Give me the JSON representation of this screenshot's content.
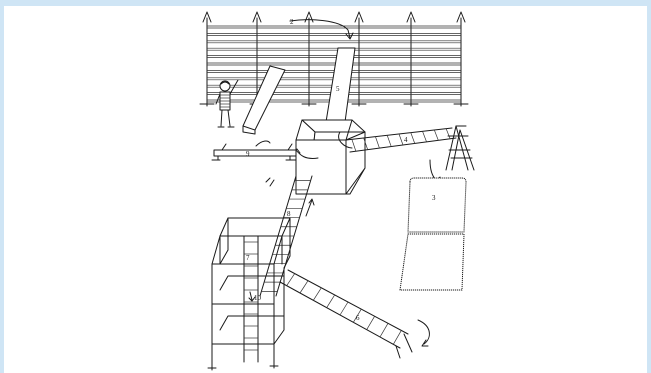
{
  "diagram": {
    "labels": {
      "wall_bars": "2",
      "plank_left": "",
      "plank_right": "5",
      "ladder_right": "4",
      "mats": "3",
      "bench": "9",
      "ladder_center": "8",
      "ladder_bottom": "6",
      "frame_top": "7",
      "frame_mid": "10"
    }
  }
}
